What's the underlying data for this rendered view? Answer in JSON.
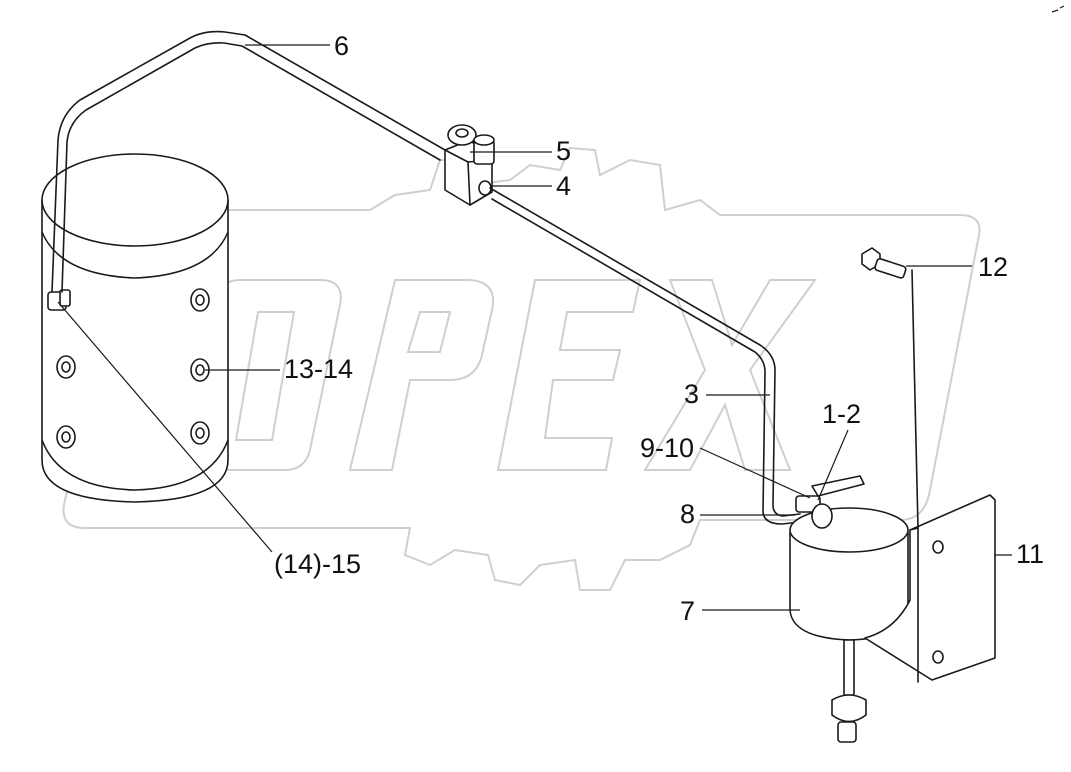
{
  "watermark": "OPEX",
  "colors": {
    "line": "#1a1a1a",
    "watermark": "#cfcfcf",
    "background": "#ffffff"
  },
  "callouts": {
    "c1": "1-2",
    "c3": "3",
    "c4": "4",
    "c5": "5",
    "c6": "6",
    "c7": "7",
    "c8": "8",
    "c9": "9-10",
    "c11": "11",
    "c12": "12",
    "c13": "13-14",
    "c15": "(14)-15"
  }
}
